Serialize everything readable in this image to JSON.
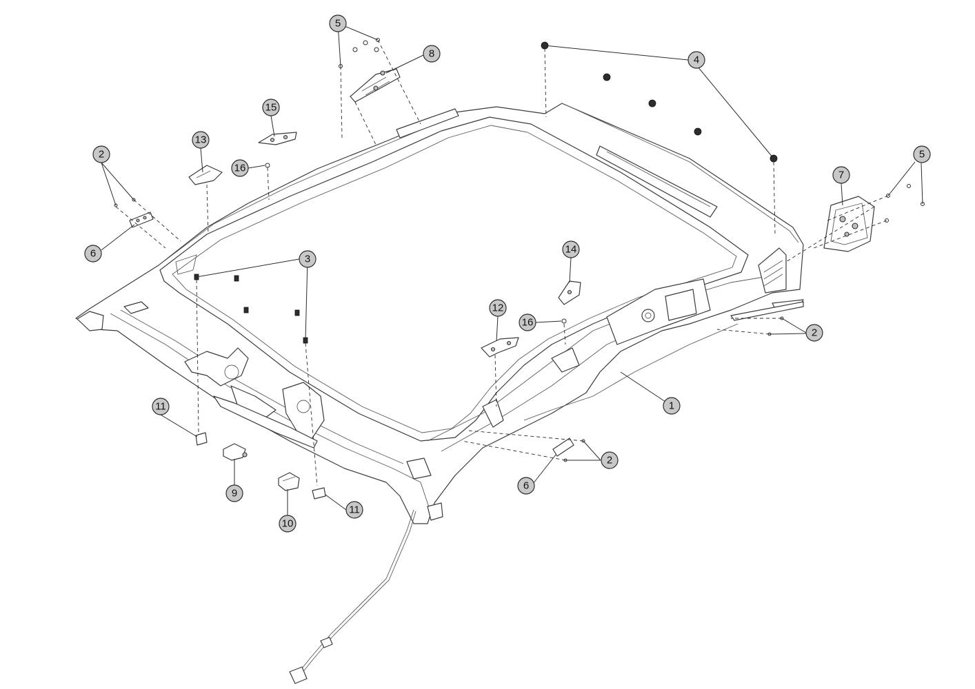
{
  "callouts": [
    {
      "label": "1"
    },
    {
      "label": "2"
    },
    {
      "label": "2"
    },
    {
      "label": "2"
    },
    {
      "label": "3"
    },
    {
      "label": "4"
    },
    {
      "label": "5"
    },
    {
      "label": "5"
    },
    {
      "label": "6"
    },
    {
      "label": "6"
    },
    {
      "label": "7"
    },
    {
      "label": "8"
    },
    {
      "label": "9"
    },
    {
      "label": "10"
    },
    {
      "label": "11"
    },
    {
      "label": "11"
    },
    {
      "label": "12"
    },
    {
      "label": "13"
    },
    {
      "label": "14"
    },
    {
      "label": "15"
    },
    {
      "label": "16"
    },
    {
      "label": "16"
    }
  ],
  "colors": {
    "callout_fill": "#c8c8c8",
    "line": "#2a2a2a",
    "background": "#ffffff"
  }
}
